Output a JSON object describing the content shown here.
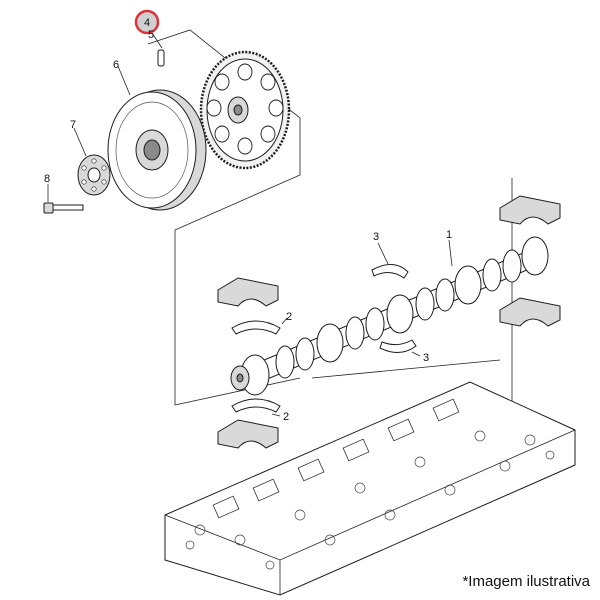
{
  "callouts": {
    "c1": "1",
    "c2a": "2",
    "c2b": "2",
    "c3a": "3",
    "c3b": "3",
    "c4": "4",
    "c5": "5",
    "c6": "6",
    "c7": "7",
    "c8": "8"
  },
  "highlight_color": "#e0313b",
  "caption": "*Imagem ilustrativa"
}
